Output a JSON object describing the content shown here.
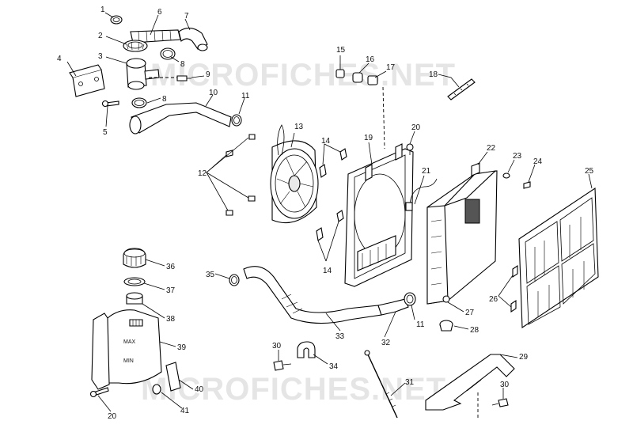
{
  "watermarks": {
    "top": "MICROFICHES.NET",
    "bottom": "MICROFICHES.NET"
  },
  "callouts": {
    "c1": "1",
    "c2": "2",
    "c3": "3",
    "c4": "4",
    "c5": "5",
    "c6": "6",
    "c7": "7",
    "c8a": "8",
    "c8b": "8",
    "c9": "9",
    "c10": "10",
    "c11a": "11",
    "c11b": "11",
    "c12": "12",
    "c13": "13",
    "c14a": "14",
    "c14b": "14",
    "c15": "15",
    "c16": "16",
    "c17": "17",
    "c18": "18",
    "c19": "19",
    "c20a": "20",
    "c20b": "20",
    "c21": "21",
    "c22": "22",
    "c23": "23",
    "c24": "24",
    "c25": "25",
    "c26": "26",
    "c27": "27",
    "c28": "28",
    "c29": "29",
    "c30a": "30",
    "c30b": "30",
    "c31": "31",
    "c32": "32",
    "c33": "33",
    "c34": "34",
    "c35": "35",
    "c36": "36",
    "c37": "37",
    "c38": "38",
    "c39": "39",
    "c40": "40",
    "c41": "41"
  },
  "tank_marks": {
    "max": "MAX",
    "min": "MIN"
  }
}
